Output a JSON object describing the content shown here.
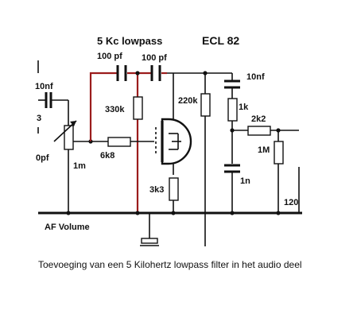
{
  "title": "5 Kc lowpass",
  "tube": "ECL 82",
  "components": {
    "cap_lowpass_1": "100 pf",
    "cap_lowpass_2": "100 pf",
    "cap_input": "10nf",
    "cap_left_partial": "0pf",
    "label_left_partial": "3",
    "res_330k": "330k",
    "res_6k8": "6k8",
    "pot_1m": "1m",
    "res_220k": "220k",
    "res_3k3": "3k3",
    "cap_10nf_right": "10nf",
    "res_1k": "1k",
    "res_2k2": "2k2",
    "res_1M": "1M",
    "cap_1n": "1n",
    "value_120": "120"
  },
  "af_volume_label": "AF Volume",
  "caption": "Toevoeging van een 5 Kilohertz lowpass filter in het audio deel",
  "colors": {
    "wire": "#111111",
    "added_wire": "#9b1c1c"
  }
}
